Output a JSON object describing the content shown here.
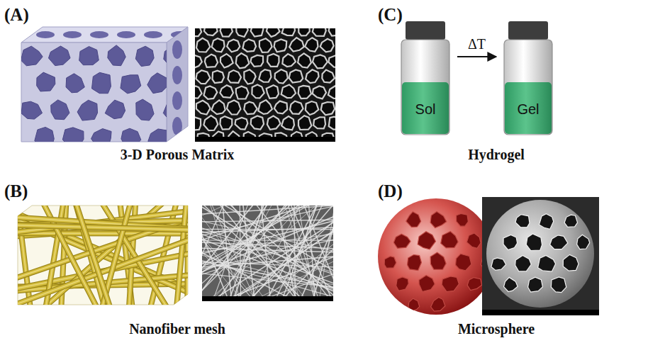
{
  "diagram": {
    "nodes": [
      {
        "text": [
          "Sol"
        ]
      },
      {
        "text": [
          "Gel"
        ]
      }
    ],
    "edges": [
      {
        "from": 0,
        "to": 1,
        "arrow": "to",
        "label": "ΔT"
      }
    ],
    "labels": [
      "(A)",
      "3-D Porous Matrix",
      "(B)",
      "Nanofiber mesh",
      "(C)",
      "Hydrogel",
      "(D)",
      "Microsphere"
    ]
  }
}
